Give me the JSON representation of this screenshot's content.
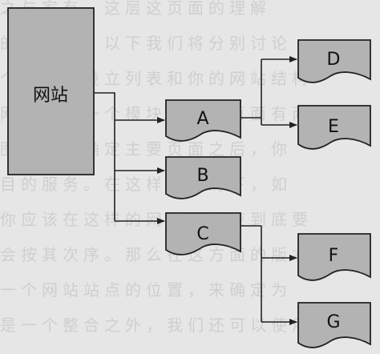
{
  "background_text_lines": [
    "之与家有，这层这页面的理解",
    "的放领域。以下我们将分别讨论",
    "个方面，设立列表和你的网站结构",
    "网站中的一个模块。部分页面有两",
    "图样式。确定主要页面之后，你",
    "目的服务。在这样的布局下，如",
    "你应该在这样的网站，就应到底要",
    "会按其次序。那么在这方面的版本，并让",
    "一个网站站点的位置，来确定为",
    "是一个整合之外，我们还可以使用下"
  ],
  "diagram": {
    "root": {
      "label": "网站"
    },
    "nodes": [
      {
        "id": "A",
        "label": "A"
      },
      {
        "id": "B",
        "label": "B"
      },
      {
        "id": "C",
        "label": "C"
      },
      {
        "id": "D",
        "label": "D"
      },
      {
        "id": "E",
        "label": "E"
      },
      {
        "id": "F",
        "label": "F"
      },
      {
        "id": "G",
        "label": "G"
      }
    ],
    "edges": [
      [
        "root",
        "A"
      ],
      [
        "root",
        "B"
      ],
      [
        "root",
        "C"
      ],
      [
        "A",
        "D"
      ],
      [
        "A",
        "E"
      ],
      [
        "C",
        "F"
      ],
      [
        "C",
        "G"
      ]
    ],
    "colors": {
      "fill": "#b3b3b3",
      "stroke": "#222222",
      "page_bg": "#e6e6e6"
    }
  }
}
